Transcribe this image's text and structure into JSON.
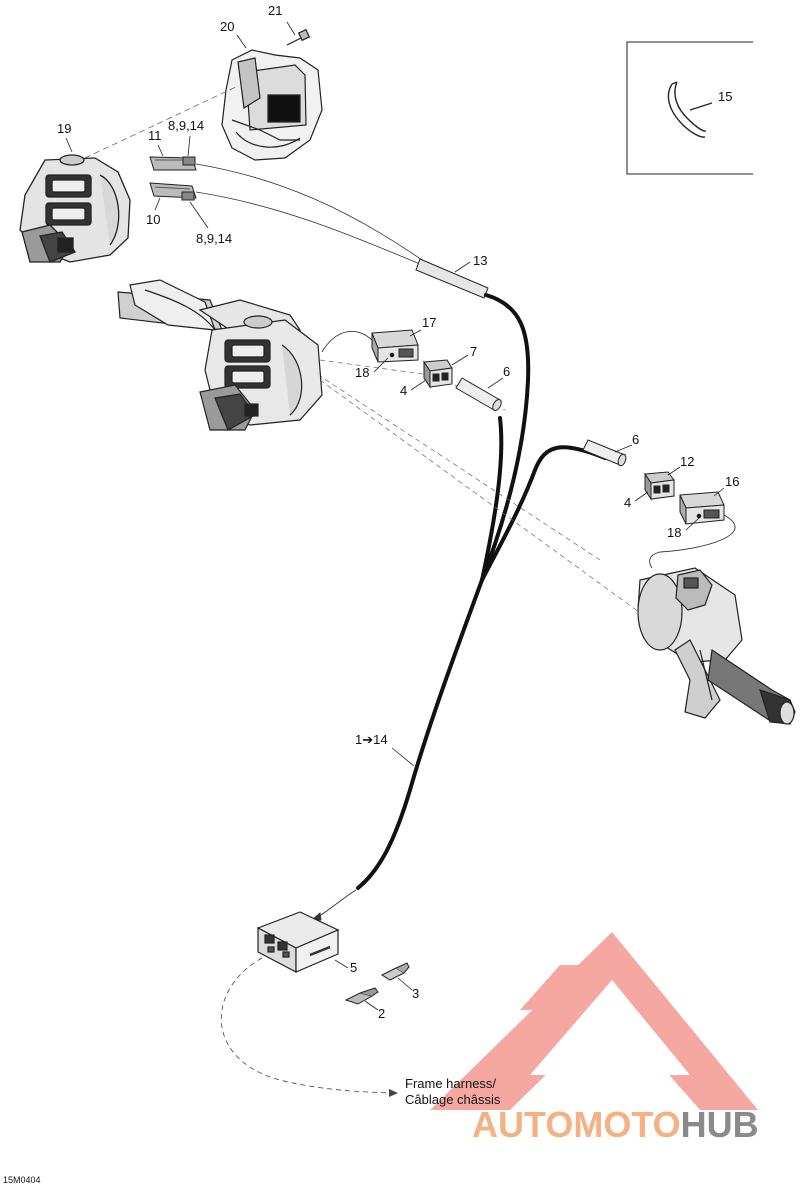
{
  "diagram": {
    "drawing_code": "15M0404",
    "frame_harness_line1": "Frame harness/",
    "frame_harness_line2": "Câblage châssis",
    "callouts": {
      "c21": "21",
      "c20": "20",
      "c19": "19",
      "c11": "11",
      "c8914_top": "8,9,14",
      "c10": "10",
      "c8914_bottom": "8,9,14",
      "c13": "13",
      "c17": "17",
      "c18_left": "18",
      "c7": "7",
      "c4_left": "4",
      "c6_left": "6",
      "c6_right": "6",
      "c12": "12",
      "c4_right": "4",
      "c16": "16",
      "c18_right": "18",
      "c1to14": "1➔14",
      "c5": "5",
      "c3": "3",
      "c2": "2",
      "c15": "15"
    }
  },
  "watermark": {
    "part1": "AUTOMOTO",
    "part2": "HUB",
    "color_red": "#f07a72",
    "color_orange": "#f4b183",
    "color_gray": "#8a8a8a"
  }
}
